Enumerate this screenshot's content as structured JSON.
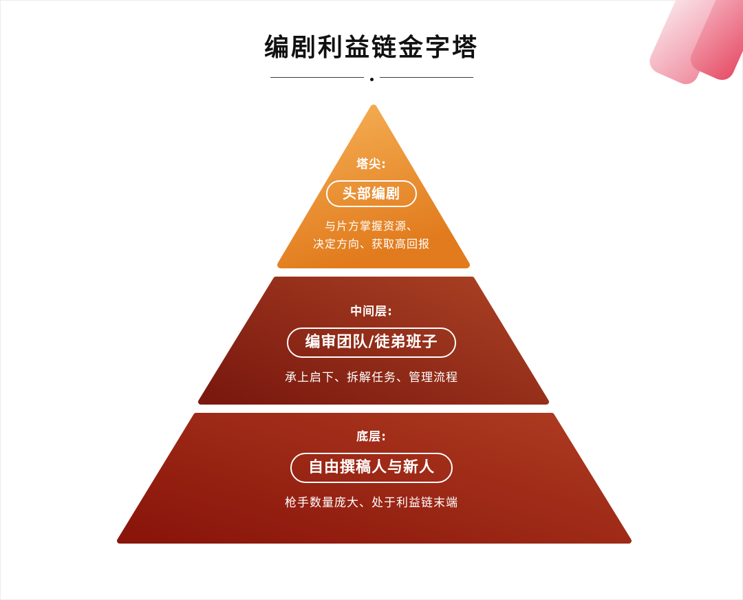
{
  "title": "编剧利益链金字塔",
  "pyramid": {
    "tiers": [
      {
        "level_label": "塔尖:",
        "name": "头部编剧",
        "desc_lines": [
          "与片方掌握资源、",
          "决定方向、获取高回报"
        ]
      },
      {
        "level_label": "中间层:",
        "name": "编审团队/徒弟班子",
        "desc_lines": [
          "承上启下、拆解任务、管理流程"
        ]
      },
      {
        "level_label": "底层:",
        "name": "自由撰稿人与新人",
        "desc_lines": [
          "枪手数量庞大、处于利益链末端"
        ]
      }
    ]
  },
  "colors": {
    "top_grad_start": "#f6b157",
    "top_grad_end": "#e17b1d",
    "mid_grad_start": "#7b190f",
    "mid_grad_end": "#aa4124",
    "bottom_grad_start": "#8a150b",
    "bottom_grad_end": "#ad3a20",
    "logo_light_start": "#fceff3",
    "logo_light_end": "#ef8d9f",
    "logo_deep_start": "#f6b6c4",
    "logo_deep_end": "#e64e66",
    "pill_border": "#ffffff",
    "text_on_pyramid": "#ffffff",
    "title_color": "#111111"
  }
}
